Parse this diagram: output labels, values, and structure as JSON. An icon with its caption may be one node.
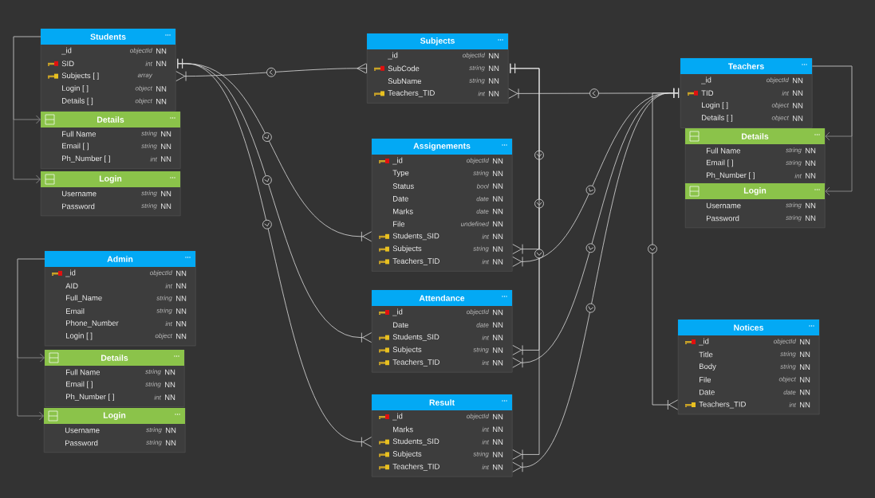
{
  "diagram": {
    "nodes": [
      {
        "text": [
          "Students",
          "_id",
          "objectId",
          "NN",
          "SID",
          "int",
          "NN",
          "Subjects [ ]",
          "array",
          "Login [ ]",
          "object",
          "NN",
          "Details [ ]",
          "object",
          "NN"
        ]
      },
      {
        "text": [
          "Details",
          "Full Name",
          "string",
          "NN",
          "Email [ ]",
          "string",
          "NN",
          "Ph_Number [ ]",
          "int",
          "NN"
        ]
      },
      {
        "text": [
          "Login",
          "Username",
          "string",
          "NN",
          "Password",
          "string",
          "NN"
        ]
      },
      {
        "text": [
          "Subjects",
          "_id",
          "objectId",
          "NN",
          "SubCode",
          "string",
          "NN",
          "SubName",
          "string",
          "NN",
          "Teachers_TID",
          "int",
          "NN"
        ]
      },
      {
        "text": [
          "Assignements",
          "_id",
          "objectId",
          "NN",
          "Type",
          "string",
          "NN",
          "Status",
          "bool",
          "NN",
          "Date",
          "date",
          "NN",
          "Marks",
          "date",
          "NN",
          "File",
          "undefined",
          "NN",
          "Students_SID",
          "int",
          "NN",
          "Subjects",
          "string",
          "NN",
          "Teachers_TID",
          "int",
          "NN"
        ]
      },
      {
        "text": [
          "Attendance",
          "_id",
          "objectId",
          "NN",
          "Date",
          "date",
          "NN",
          "Students_SID",
          "int",
          "NN",
          "Subjects",
          "string",
          "NN",
          "Teachers_TID",
          "int",
          "NN"
        ]
      },
      {
        "text": [
          "Result",
          "_id",
          "objectId",
          "NN",
          "Marks",
          "int",
          "NN",
          "Students_SID",
          "int",
          "NN",
          "Subjects",
          "string",
          "NN",
          "Teachers_TID",
          "int",
          "NN"
        ]
      },
      {
        "text": [
          "Teachers",
          "_id",
          "objectId",
          "NN",
          "TID",
          "int",
          "NN",
          "Login [ ]",
          "object",
          "NN",
          "Details [ ]",
          "object",
          "NN"
        ]
      },
      {
        "text": [
          "Details",
          "Full Name",
          "string",
          "NN",
          "Email [ ]",
          "string",
          "NN",
          "Ph_Number [ ]",
          "int",
          "NN"
        ]
      },
      {
        "text": [
          "Login",
          "Username",
          "string",
          "NN",
          "Password",
          "string",
          "NN"
        ]
      },
      {
        "text": [
          "Notices",
          "_id",
          "objectId",
          "NN",
          "Title",
          "string",
          "NN",
          "Body",
          "string",
          "NN",
          "File",
          "object",
          "NN",
          "Date",
          "date",
          "NN",
          "Teachers_TID",
          "int",
          "NN"
        ]
      },
      {
        "text": [
          "Admin",
          "_id",
          "objectId",
          "NN",
          "AID",
          "int",
          "NN",
          "Full_Name",
          "string",
          "NN",
          "Email",
          "string",
          "NN",
          "Phone_Number",
          "int",
          "NN",
          "Login [ ]",
          "object",
          "NN"
        ]
      },
      {
        "text": [
          "Details",
          "Full Name",
          "string",
          "NN",
          "Email [ ]",
          "string",
          "NN",
          "Ph_Number [ ]",
          "int",
          "NN"
        ]
      },
      {
        "text": [
          "Login",
          "Username",
          "string",
          "NN",
          "Password",
          "string",
          "NN"
        ]
      }
    ],
    "edges": [
      {
        "from": 0,
        "to": 1,
        "arrow": "to"
      },
      {
        "from": 0,
        "to": 2,
        "arrow": "to"
      },
      {
        "from": 3,
        "to": 0,
        "arrow": "other"
      },
      {
        "from": 0,
        "to": 4,
        "arrow": "other"
      },
      {
        "from": 0,
        "to": 5,
        "arrow": "other"
      },
      {
        "from": 0,
        "to": 6,
        "arrow": "other"
      },
      {
        "from": 3,
        "to": 4,
        "arrow": "other"
      },
      {
        "from": 3,
        "to": 5,
        "arrow": "other"
      },
      {
        "from": 3,
        "to": 6,
        "arrow": "other"
      },
      {
        "from": 7,
        "to": 3,
        "arrow": "other"
      },
      {
        "from": 7,
        "to": 4,
        "arrow": "other"
      },
      {
        "from": 7,
        "to": 5,
        "arrow": "other"
      },
      {
        "from": 7,
        "to": 6,
        "arrow": "other"
      },
      {
        "from": 7,
        "to": 10,
        "arrow": "other"
      },
      {
        "from": 7,
        "to": 8,
        "arrow": "to"
      },
      {
        "from": 7,
        "to": 9,
        "arrow": "to"
      },
      {
        "from": 11,
        "to": 12,
        "arrow": "to"
      },
      {
        "from": 11,
        "to": 13,
        "arrow": "to"
      }
    ]
  }
}
